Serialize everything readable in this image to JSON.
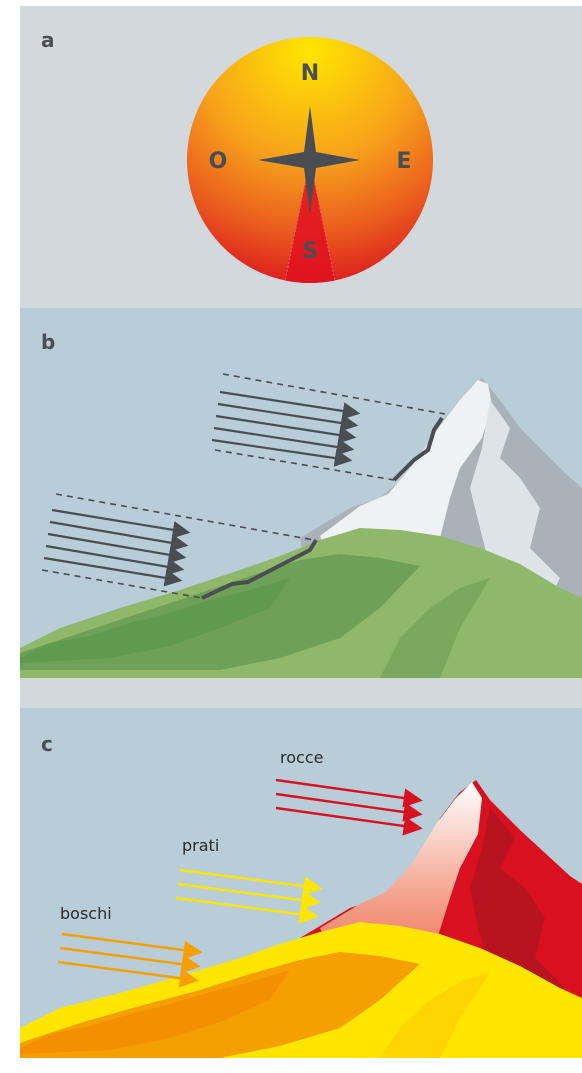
{
  "panels": {
    "a": {
      "label": "a"
    },
    "b": {
      "label": "b"
    },
    "c": {
      "label": "c"
    }
  },
  "compass": {
    "north": "N",
    "south": "S",
    "east": "E",
    "west": "O"
  },
  "zones": {
    "rocks": "rocce",
    "meadows": "prati",
    "forests": "boschi"
  },
  "colors": {
    "panel_grey": "#d3d8dc",
    "sky": "#b8cdd7",
    "forest_green": "#5f9a4f",
    "meadow_green": "#8fb86a",
    "rock_grey": "#a9b2b8",
    "snow": "#eef2f4",
    "arrow_dark": "#4a4e52",
    "rocks_red": "#d8101f",
    "meadows_yellow": "#ffe600",
    "forests_orange": "#f5a000"
  }
}
